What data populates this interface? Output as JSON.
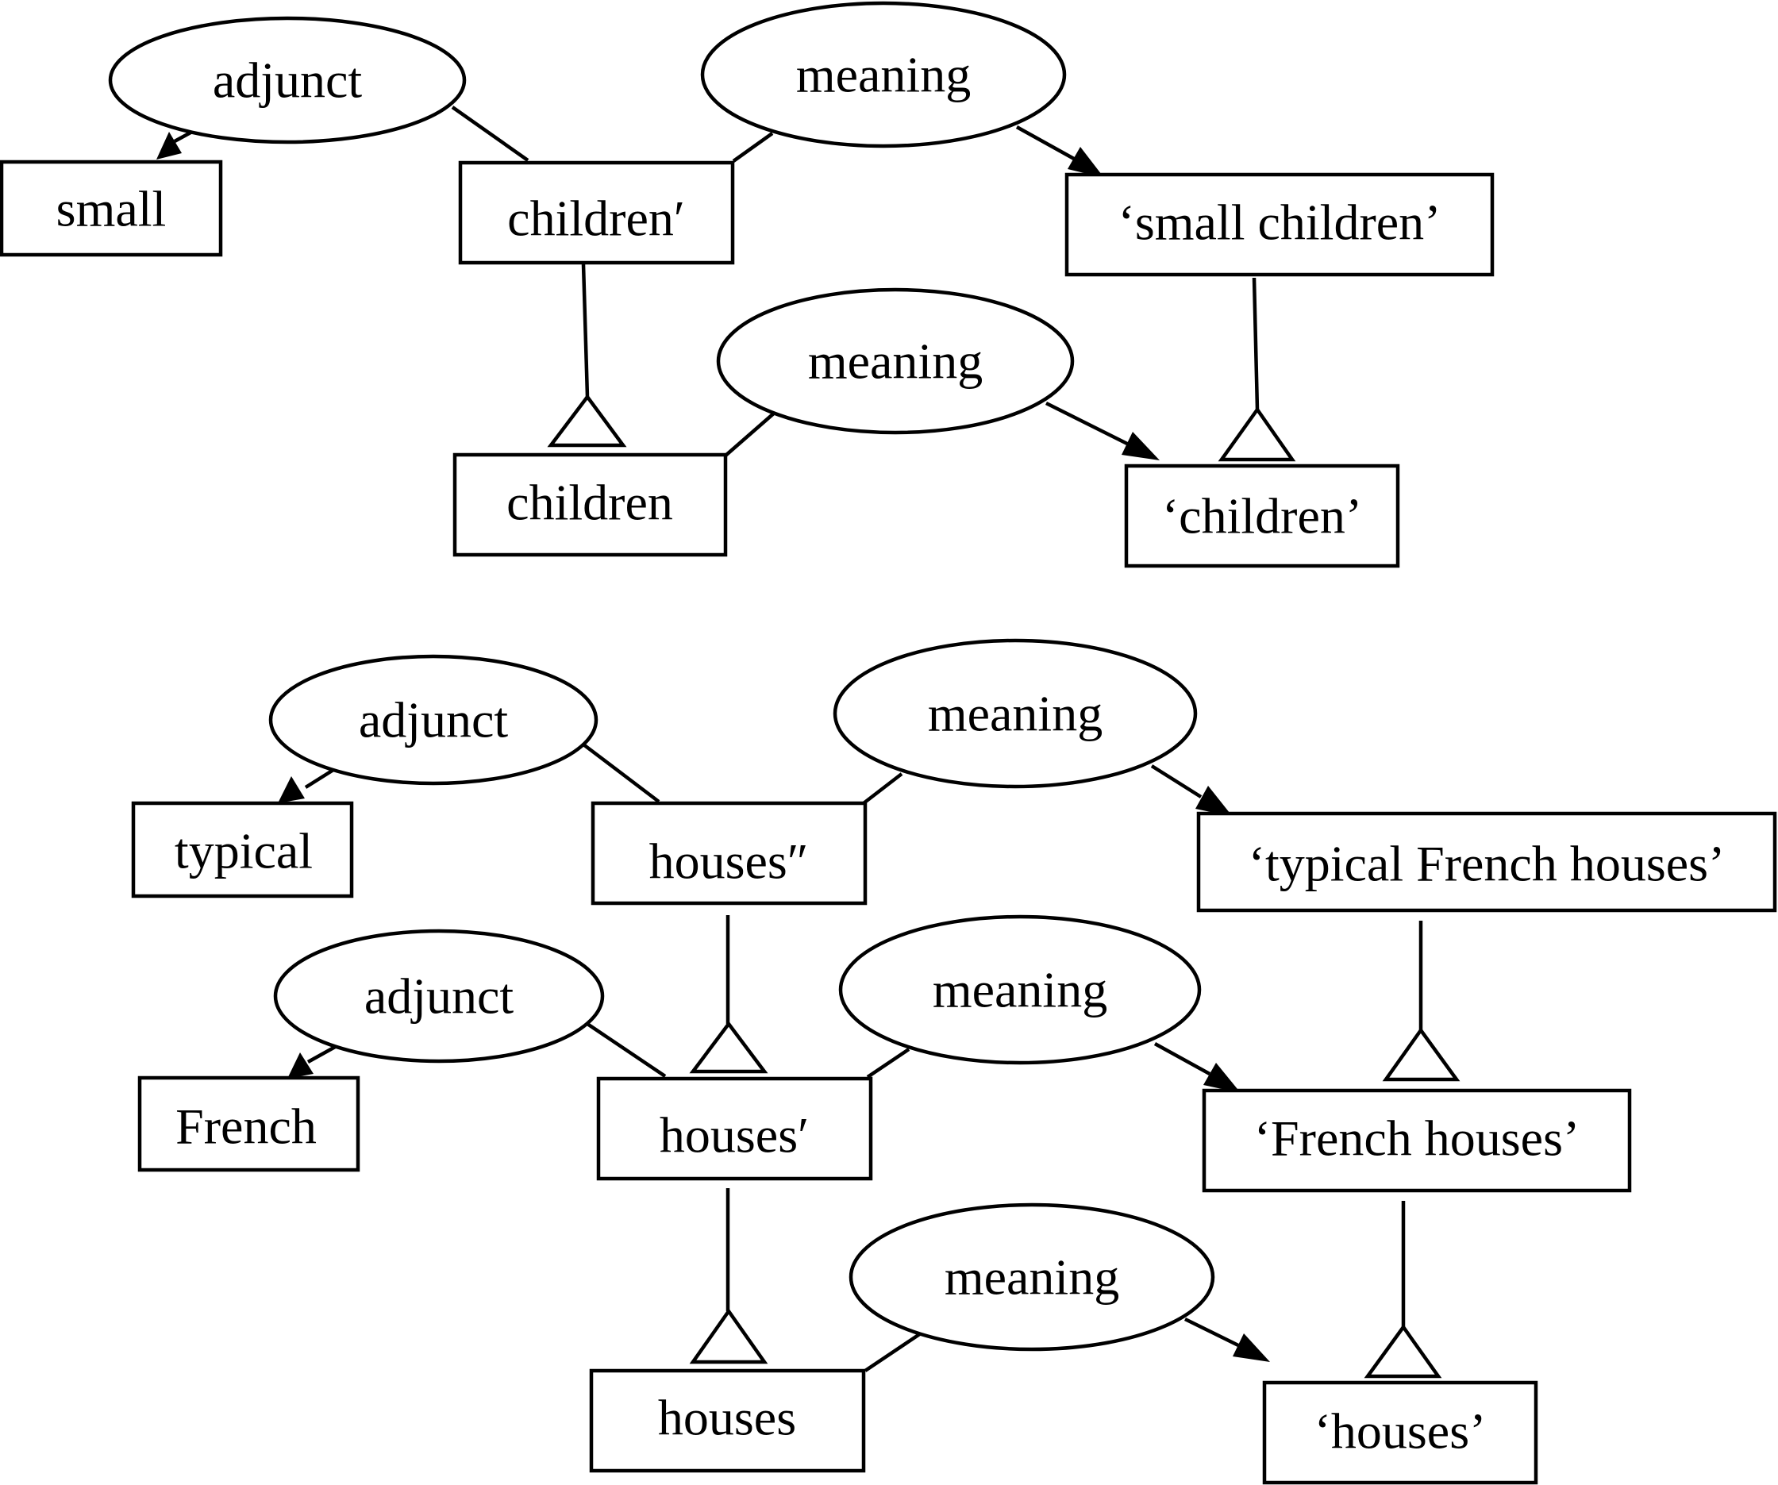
{
  "example1": {
    "adjunct": "adjunct",
    "small": "small",
    "meaning_top": "meaning",
    "children_prime": "children′",
    "small_children_meaning": "‘small children’",
    "meaning_bottom": "meaning",
    "children": "children",
    "children_meaning": "‘children’"
  },
  "example2": {
    "adjunct_typical": "adjunct",
    "typical": "typical",
    "meaning_top": "meaning",
    "houses_double_prime": "houses″",
    "typical_french_houses_meaning": "‘typical French houses’",
    "adjunct_french": "adjunct",
    "french": "French",
    "meaning_middle": "meaning",
    "houses_prime": "houses′",
    "french_houses_meaning": "‘French houses’",
    "meaning_bottom": "meaning",
    "houses": "houses",
    "houses_meaning": "‘houses’"
  }
}
